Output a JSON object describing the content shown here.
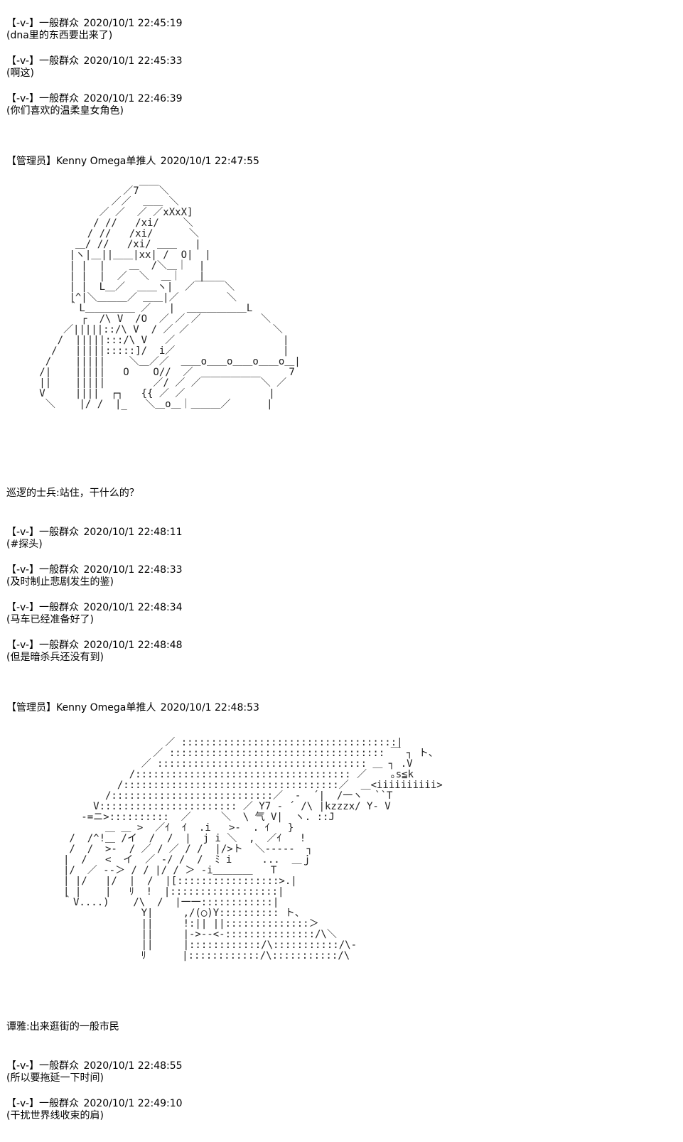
{
  "posts": [
    {
      "tag": "【-v-】",
      "author": "一般群众",
      "time": "2020/10/1 22:45:19",
      "text": "(dna里的东西要出来了)"
    },
    {
      "tag": "【-v-】",
      "author": "一般群众",
      "time": "2020/10/1 22:45:33",
      "text": "(啊这)"
    },
    {
      "tag": "【-v-】",
      "author": "一般群众",
      "time": "2020/10/1 22:46:39",
      "text": "(你们喜欢的温柔皇女角色)"
    },
    {
      "tag": "【管理员】",
      "author": "Kenny Omega单推人",
      "time": "2020/10/1 22:47:55",
      "text": "巡逻的士兵:站住，干什么的？"
    },
    {
      "tag": "【-v-】",
      "author": "一般群众",
      "time": "2020/10/1 22:48:11",
      "text": "(#探头)"
    },
    {
      "tag": "【-v-】",
      "author": "一般群众",
      "time": "2020/10/1 22:48:33",
      "text": "(及时制止悲剧发生的鉴)"
    },
    {
      "tag": "【-v-】",
      "author": "一般群众",
      "time": "2020/10/1 22:48:34",
      "text": "(马车已经准备好了)"
    },
    {
      "tag": "【-v-】",
      "author": "一般群众",
      "time": "2020/10/1 22:48:48",
      "text": "(但是暗杀兵还没有到)"
    },
    {
      "tag": "【管理员】",
      "author": "Kenny Omega单推人",
      "time": "2020/10/1 22:48:53",
      "text": "谭雅:出来逛街的一般市民"
    },
    {
      "tag": "【-v-】",
      "author": "一般群众",
      "time": "2020/10/1 22:48:55",
      "text": "(所以要拖延一下时间)"
    },
    {
      "tag": "【-v-】",
      "author": "一般群众",
      "time": "2020/10/1 22:49:10",
      "text": "(干扰世界线收束的肩)"
    }
  ],
  "ascii_art": [
    "                 ／7￣￣＼\n               ／／  ＿＿ ＼\n             ／ ／  ／ ／xXxX]\n            / //   /xi/    ＼\n           / //   /xi/      ＼\n         ＿/ //   /xi/ ＿＿   |\n        |ヽ|＿||＿＿|xx| /  O|  |\n        | |  |    ＿  /＼＿｜  |\n        | |  |  ／  ＼  ＿｜   |\n        | |  L＿／  ＿＿ヽ|  ／￣￣￣＼\n        |^|＼＿＿＿／ ＿＿|／        ＼\n        ｀L＿＿＿＿＿ ／   |  ＿＿＿＿＿＿L\n          ┌  /\\ V  /O  ／ ／ ／          ＼\n       ／|||||::/\\ V  / ／ ／              ＼\n      /  |||||:::/\\ V   ／                  |\n     /   |||||:::::]/  i／                  |\n    /    |||||    ＼＿／／  ＿＿o＿＿o＿＿o＿＿o＿|\n   /|    |||||   O    O//  ／                7\n   ||    |||||        ／/ ／ ／￣￣￣￣￣￣＼ ／\n   V     ||||  ┌┐   {{ ／ ／              |\n    ＼    |/ /  |_   ＼＿o＿｜＿＿＿／      |",
    "                        ／ ::::::::::::::::::::::::::::::::::::|\n                      ／ :::::::::::::::::::::::::::::::::::: ￣ ┐ ト、\n                    ／ ::::::::::::::::::::::::::::::::::: ＿ ┐ .V\n                  /:::::::::::::::::::::::::::::::::::: ／    ｡s≦k\n                /::::::::::::::::::::::::::::::::::::／  ＿<iiiiiiiiii>\n              /:::::::::::::::::::::::::::／  -  ´|  /一ヽ  ``T\n            V::::::::::::::::::::::: ／ Y7 - ´ /\\ |kzzzx/ Y- V\n          -=ニ>::::::::::  ／     ＼  \\ 气 V|  ヽ. ::J\n              ＿ ＿ >  ／ｲ  ｲ  .i   >-  . ｲ   }\n        /  /^!＿ /イ  /  /  |  j i ＼  ,  ／ｲ   !\n        /  /  >-  / ／ / ／ / /  |/>ト  ＼-----  ┐\n       |  /   <  イ  ／ -/ /  /  ﾐ i     ...  ＿ｊ\n       |/  ／ --＞ / / |/ / ＞ -i＿＿＿＿   T\n       | |/   |/  |  /  |[:::::::::::::::::>.|\n       | |    |   ﾘ  !  |::::::::::::::::::|\n       ｀V....)    /\\  /  |一一::::::::::::|\n                    Y|     ,/(◯)Y:::::::::: ト、\n                    ||     !:|| ||::::::::::::::＞\n                    ||     |->--<-:::::::::::::::/\\＼\n                    ||     |::::::::::::/\\:::::::::::/\\-\n                    ﾘ      |::::::::::::/\\:::::::::::/\\"
  ]
}
